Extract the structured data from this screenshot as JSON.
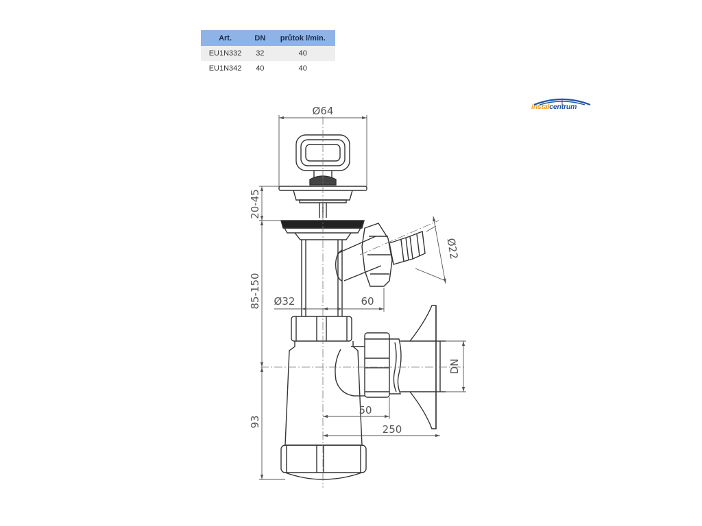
{
  "spec_table": {
    "headers": [
      "Art.",
      "DN",
      "průtok l/min."
    ],
    "rows": [
      [
        "EU1N332",
        "32",
        "40"
      ],
      [
        "EU1N342",
        "40",
        "40"
      ]
    ]
  },
  "logo": {
    "part_a": "instal",
    "part_b": "centrum",
    "colors": {
      "accent": "#f0a020",
      "brand": "#1d55a6"
    }
  },
  "dimensions": {
    "strainer_diameter": "Ø64",
    "height_range_top": "20-45",
    "height_range_mid": "85-150",
    "pipe_diameter": "Ø32",
    "offset_top": "60",
    "hose_diameter": "Ø22",
    "outlet_size": "DN",
    "offset_middle": "50",
    "offset_bottom": "250",
    "height_bottom": "93"
  },
  "colors": {
    "line": "#333333",
    "dim_line": "#555555",
    "table_header": "#8fb3e6"
  }
}
